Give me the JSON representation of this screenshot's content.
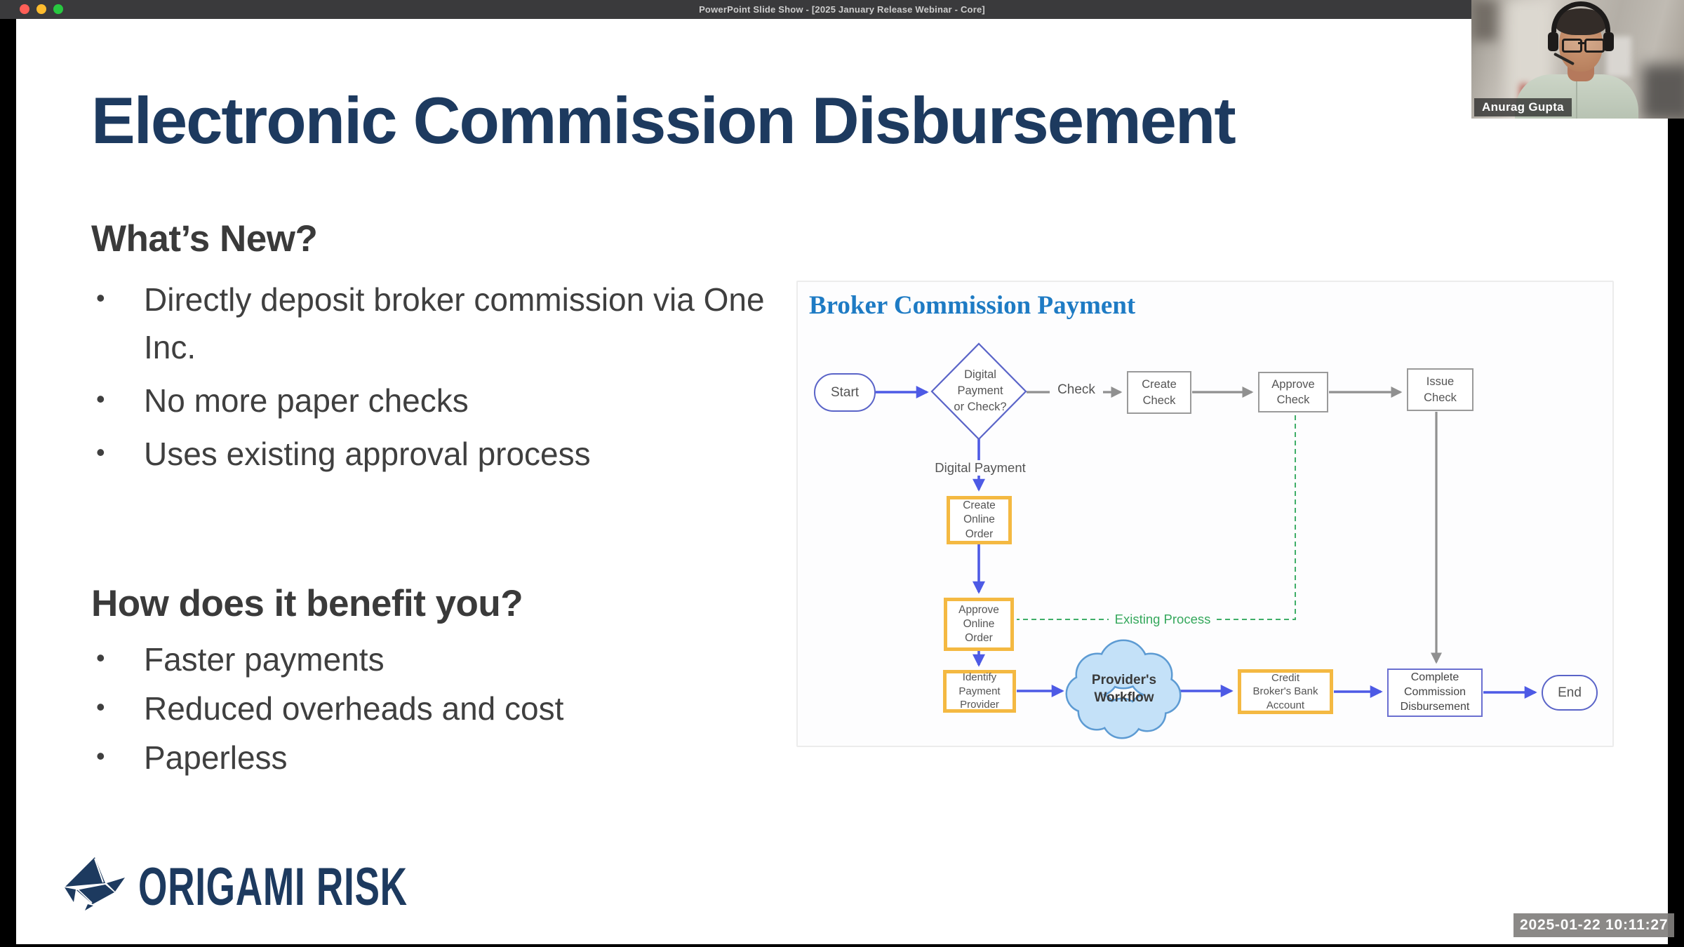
{
  "window": {
    "title": "PowerPoint Slide Show - [2025 January Release Webinar - Core]"
  },
  "webcam": {
    "name": "Anurag Gupta"
  },
  "recording": {
    "timestamp": "2025-01-22  10:11:27"
  },
  "slide": {
    "title": "Electronic Commission Disbursement",
    "sections": [
      {
        "heading": "What’s New?",
        "bullets": [
          "Directly deposit broker commission via One Inc.",
          "No more paper checks",
          "Uses existing approval process"
        ]
      },
      {
        "heading": "How does it benefit you?",
        "bullets": [
          "Faster payments",
          "Reduced overheads and cost",
          "Paperless"
        ]
      }
    ],
    "logo_text": "ORIGAMI RISK"
  },
  "flowchart": {
    "title": "Broker Commission Payment",
    "nodes": {
      "start": "Start",
      "decision": "Digital\nPayment\nor Check?",
      "create_check": "Create\nCheck",
      "approve_check": "Approve\nCheck",
      "issue_check": "Issue\nCheck",
      "create_online_order": "Create\nOnline\nOrder",
      "approve_online_order": "Approve\nOnline\nOrder",
      "identify_payment_provider": "Identify\nPayment\nProvider",
      "providers_workflow": "Provider's\nWorkflow",
      "credit_brokers_bank": "Credit\nBroker's Bank\nAccount",
      "complete_commission": "Complete\nCommission\nDisbursement",
      "end": "End"
    },
    "edge_labels": {
      "check": "Check",
      "digital_payment": "Digital Payment",
      "existing_process": "Existing Process"
    },
    "colors": {
      "accent_blue": "#4d5ae5",
      "shape_border": "#5a64c8",
      "yellow": "#f4b942",
      "gray": "#909090",
      "green": "#3fae68",
      "cloud_fill": "#c4e1f8",
      "title_blue": "#1e7bc4"
    }
  }
}
